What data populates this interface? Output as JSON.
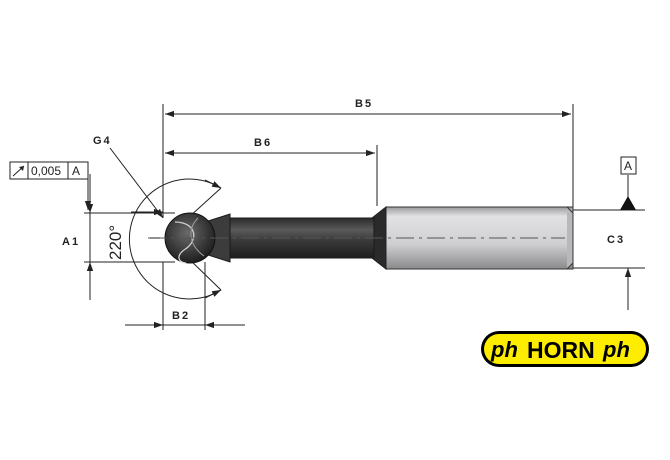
{
  "dimensions": {
    "b5": "B5",
    "b6": "B6",
    "g4": "G4",
    "a1": "A1",
    "b2": "B2",
    "c3": "C3"
  },
  "angle_label": "220°",
  "tolerance_frame": {
    "symbol_icon": "circular-runout-arrow-icon",
    "value": "0,005",
    "datum": "A"
  },
  "datum_label": "A",
  "logo": {
    "left_mark": "ph",
    "name": "HORN",
    "right_mark": "ph",
    "color": "#FFED00"
  },
  "colors": {
    "tool_body": "#444444",
    "shank": "#d2d2d4",
    "ink": "#222222"
  }
}
